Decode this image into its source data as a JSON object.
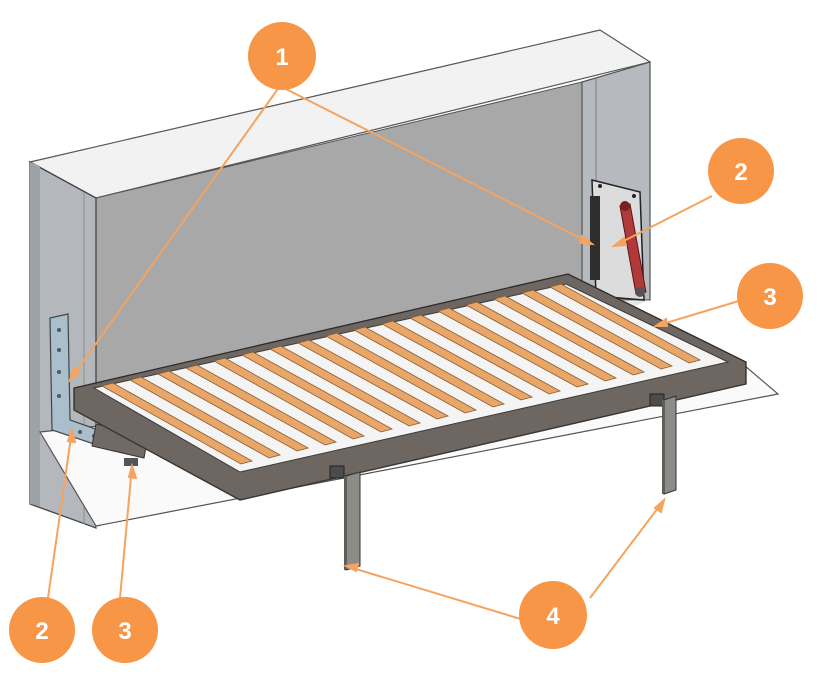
{
  "figure": {
    "subject": "wall bed",
    "colors": {
      "callout": "#F79646",
      "leader": "#F4A460",
      "cabinet_back": "#A8A8A8",
      "cabinet_side": "#B4B8BC",
      "frame": "#6E6660",
      "slat": "#E8A769",
      "leg": "#8E8C88",
      "gas_strut": "#B03A3A",
      "bracket": "#A9BFCB"
    }
  },
  "callouts": [
    {
      "id": "c1",
      "label": "1"
    },
    {
      "id": "c2a",
      "label": "2"
    },
    {
      "id": "c2b",
      "label": "2"
    },
    {
      "id": "c3a",
      "label": "3"
    },
    {
      "id": "c3b",
      "label": "3"
    },
    {
      "id": "c4",
      "label": "4"
    }
  ]
}
